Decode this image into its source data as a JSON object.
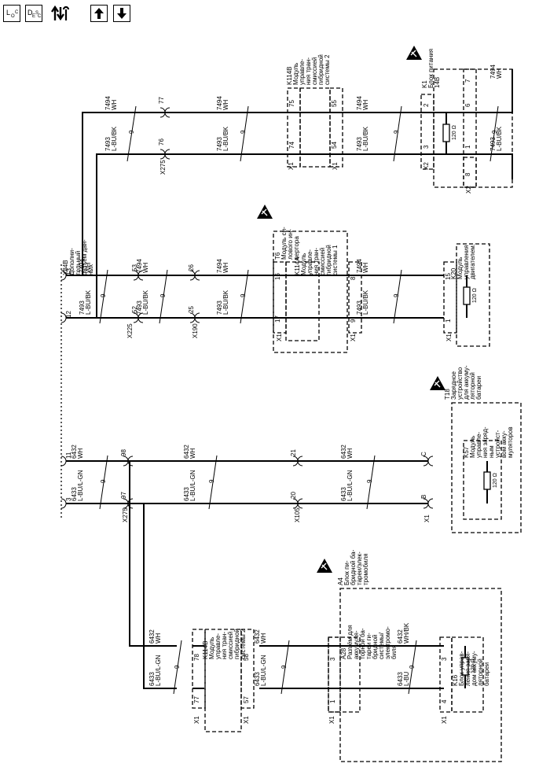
{
  "toolbar": {
    "buttons": [
      {
        "label": "L",
        "sub": "O",
        "sub2": "C",
        "icon": "loc-icon"
      },
      {
        "label": "D",
        "sub": "E",
        "sup": "S",
        "sub2": "C",
        "icon": "desc-icon"
      },
      {
        "icon": "arrows-wrench-icon"
      },
      {
        "icon": "arrow-up-icon"
      },
      {
        "icon": "arrow-down-icon"
      }
    ]
  },
  "labels": {
    "x84b": [
      "X84B",
      "Дополни-",
      "тельный",
      "разъём дан-",
      "ных"
    ],
    "k1": [
      "K1",
      "Блок питания",
      "14В"
    ],
    "k114b_top": [
      "K114B",
      "Модуль",
      "управле-",
      "ния тран-",
      "смиссией",
      "гибридной",
      "системы 2"
    ],
    "t6": [
      "T6",
      "Модуль си-",
      "лового ин-",
      "вертора"
    ],
    "k114a": [
      "K114A",
      "Модуль",
      "управле-",
      "ния тран-",
      "смиссией",
      "гибридной",
      "системы 1"
    ],
    "k20": [
      "K20",
      "Модуль",
      "управления",
      "двигателем."
    ],
    "t18": [
      "T18",
      "Зарядное",
      "устройство",
      "для аккуму-",
      "ляторной",
      "батареи"
    ],
    "k57": [
      "K57",
      "Модуль",
      "управле-",
      "ния заряд-",
      "ным",
      "устройст-",
      "вом акку-",
      "муляторов"
    ],
    "a4": [
      "A4",
      "Блок пи-",
      "бридной ба-",
      "тареи/элек-",
      "тромобиля"
    ],
    "a28": [
      "A28",
      "Разъём для",
      "аккумуля-",
      "торной ба-",
      "тареи ги-",
      "бридной",
      "системы/",
      "электромо-",
      "биля"
    ],
    "k114b_bot": [
      "K114B",
      "Модуль",
      "управле-",
      "ния тран-",
      "смиссией",
      "гибридной",
      "системы 2"
    ],
    "k16": [
      "K16",
      "Блок управ-",
      "ления заря-",
      "дом аккуму-",
      "ляторной",
      "батареи"
    ]
  },
  "connectors": {
    "x275": "X275",
    "x225": "X225",
    "x190": "X190",
    "x105": "X105",
    "x1": "X1",
    "x2": "X2"
  },
  "wires": {
    "wh_code": "7494",
    "wh": "WH",
    "bk_code": "7493",
    "bk": "L-BU/BK",
    "wh2_code": "6432",
    "gn_code": "6433",
    "gn": "L-BU/L-GN",
    "whbk": "WH/BK",
    "lbu": "L-BU",
    "twist": "9"
  },
  "pins": {
    "p77": "77",
    "p76": "76",
    "p75": "75",
    "p74": "74",
    "p55": "55",
    "p54": "54",
    "p2": "2",
    "p3": "3",
    "p7": "7",
    "p6": "6",
    "p1": "1",
    "p8": "8",
    "p13": "13",
    "p12": "12",
    "p53": "53",
    "p52": "52",
    "p26": "26",
    "p25": "25",
    "p16": "16",
    "p17": "17",
    "p9": "9",
    "p15": "15",
    "p11": "11",
    "p98": "98",
    "p97": "97",
    "p21": "21",
    "p20": "20",
    "pC": "C",
    "pB": "B",
    "p78": "78",
    "p58": "58",
    "p57": "57",
    "p4": "4"
  },
  "resistor": "120 Ω"
}
